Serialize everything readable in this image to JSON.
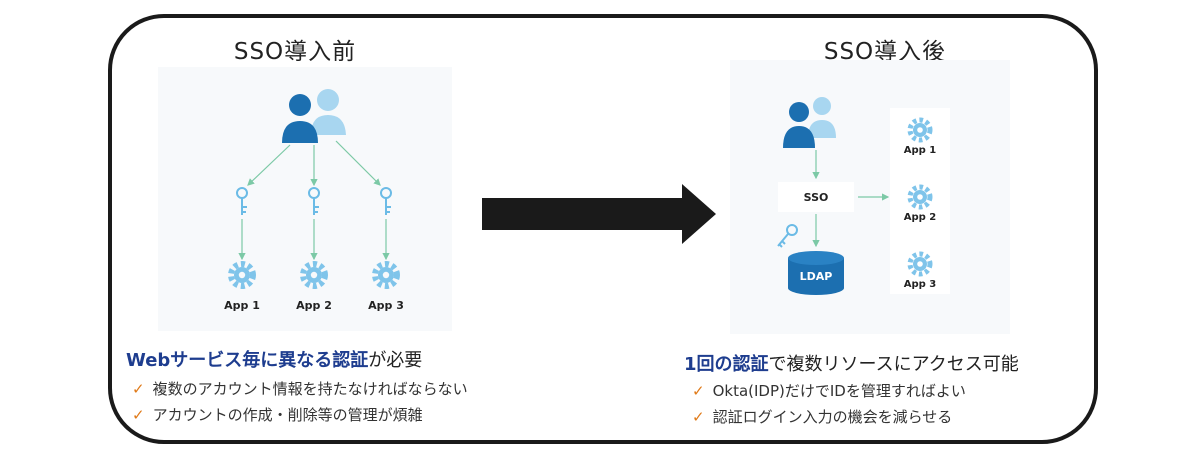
{
  "before": {
    "title": "SSO導入前",
    "apps": [
      "App 1",
      "App 2",
      "App 3"
    ],
    "caption_highlight": "Webサービス毎に異なる認証",
    "caption_rest": "が必要",
    "bullets": [
      "複数のアカウント情報を持たなければならない",
      "アカウントの作成・削除等の管理が煩雑"
    ]
  },
  "after": {
    "title": "SSO導入後",
    "sso_label": "SSO",
    "ldap_label": "LDAP",
    "apps": [
      "App 1",
      "App 2",
      "App 3"
    ],
    "caption_highlight": "1回の認証",
    "caption_rest": "で複数リソースにアクセス可能",
    "bullets": [
      "Okta(IDP)だけでIDを管理すればよい",
      "認証ログイン入力の機会を減らせる"
    ]
  },
  "colors": {
    "user_dark": "#1c6fb0",
    "user_light": "#a8d6f0",
    "icon_blue": "#7fc4ea",
    "ldap": "#1c6fb0",
    "connector": "#7cc9a6",
    "check": "#e07b1a",
    "highlight": "#1e3d8f"
  },
  "icons": [
    "users-icon",
    "key-icon",
    "gear-icon",
    "database-icon",
    "check-icon",
    "arrow-right-icon"
  ]
}
